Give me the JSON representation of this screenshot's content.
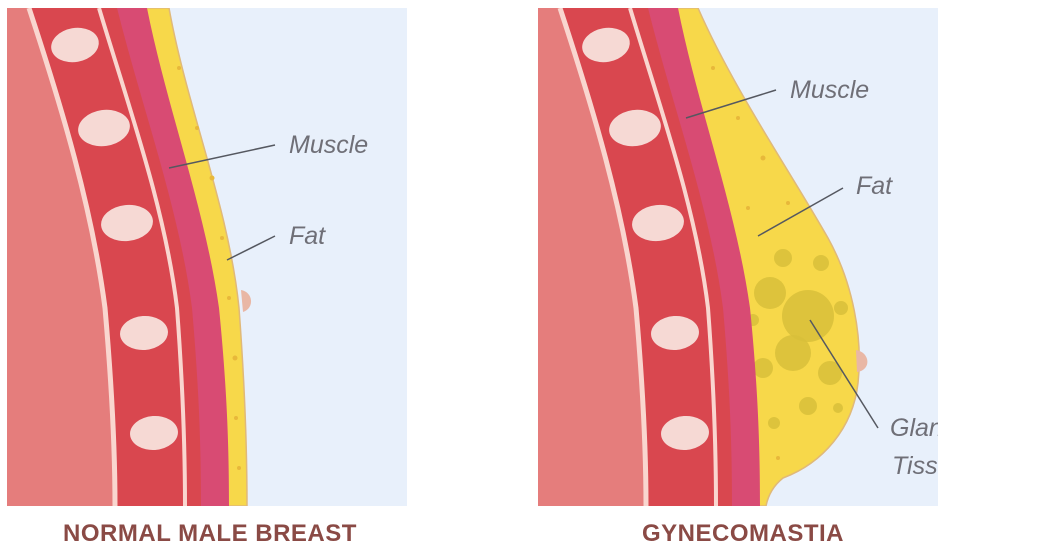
{
  "panels": {
    "normal": {
      "title": "NORMAL MALE BREAST",
      "labels": {
        "muscle": "Muscle",
        "fat": "Fat"
      }
    },
    "gynecomastia": {
      "title": "GYNECOMASTIA",
      "labels": {
        "muscle": "Muscle",
        "fat": "Fat",
        "glandular_line1": "Glandular",
        "glandular_line2": "Tissue"
      }
    }
  },
  "colors": {
    "background": "#e8f0fb",
    "body": "#e57d7c",
    "rib_band": "#d9474f",
    "rib_bone": "#f6d9d4",
    "bone_line": "#f9d6cf",
    "muscle": "#d84b73",
    "fat": "#f7d84a",
    "glandular": "#d8c03a",
    "nipple": "#e9b7a5",
    "caption": "#8a4a45",
    "label": "#6f6f77"
  }
}
